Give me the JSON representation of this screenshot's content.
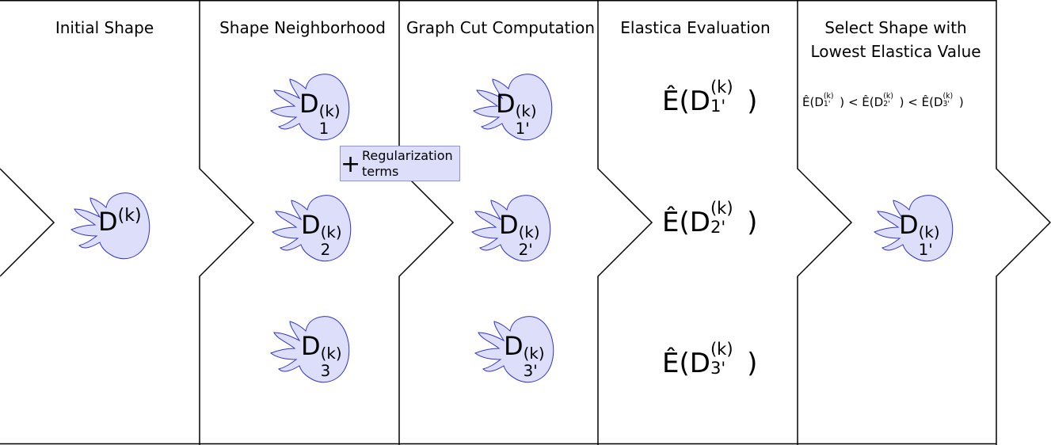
{
  "stages": [
    {
      "title": "Initial Shape"
    },
    {
      "title": "Shape Neighborhood"
    },
    {
      "title": "Graph Cut Computation"
    },
    {
      "title": "Elastica Evaluation"
    },
    {
      "title_line1": "Select Shape with",
      "title_line2": "Lowest Elastica Value"
    }
  ],
  "initial_shape": {
    "base": "D",
    "sup": "(k)",
    "sub": ""
  },
  "neighborhood": [
    {
      "base": "D",
      "sup": "(k)",
      "sub": "1"
    },
    {
      "base": "D",
      "sup": "(k)",
      "sub": "2"
    },
    {
      "base": "D",
      "sup": "(k)",
      "sub": "3"
    }
  ],
  "graph_cut": [
    {
      "base": "D",
      "sup": "(k)",
      "sub": "1'"
    },
    {
      "base": "D",
      "sup": "(k)",
      "sub": "2'"
    },
    {
      "base": "D",
      "sup": "(k)",
      "sub": "3'"
    }
  ],
  "regularization": {
    "plus": "+",
    "line1": "Regularization",
    "line2": "terms"
  },
  "evaluations": [
    {
      "op": "Ê(",
      "base": "D",
      "sup": "(k)",
      "sub": "1'",
      "close": ")"
    },
    {
      "op": "Ê(",
      "base": "D",
      "sup": "(k)",
      "sub": "2'",
      "close": ")"
    },
    {
      "op": "Ê(",
      "base": "D",
      "sup": "(k)",
      "sub": "3'",
      "close": ")"
    }
  ],
  "comparison": {
    "terms": [
      {
        "op": "Ê(",
        "base": "D",
        "sup": "(k)",
        "sub": "1'",
        "close": ")"
      },
      {
        "op": "Ê(",
        "base": "D",
        "sup": "(k)",
        "sub": "2'",
        "close": ")"
      },
      {
        "op": "Ê(",
        "base": "D",
        "sup": "(k)",
        "sub": "3'",
        "close": ")"
      }
    ],
    "lt": "<"
  },
  "selected_shape": {
    "base": "D",
    "sup": "(k)",
    "sub": "1'"
  },
  "colors": {
    "shape_fill": "#dddefa",
    "shape_stroke": "#3333cc",
    "line": "#000000"
  }
}
